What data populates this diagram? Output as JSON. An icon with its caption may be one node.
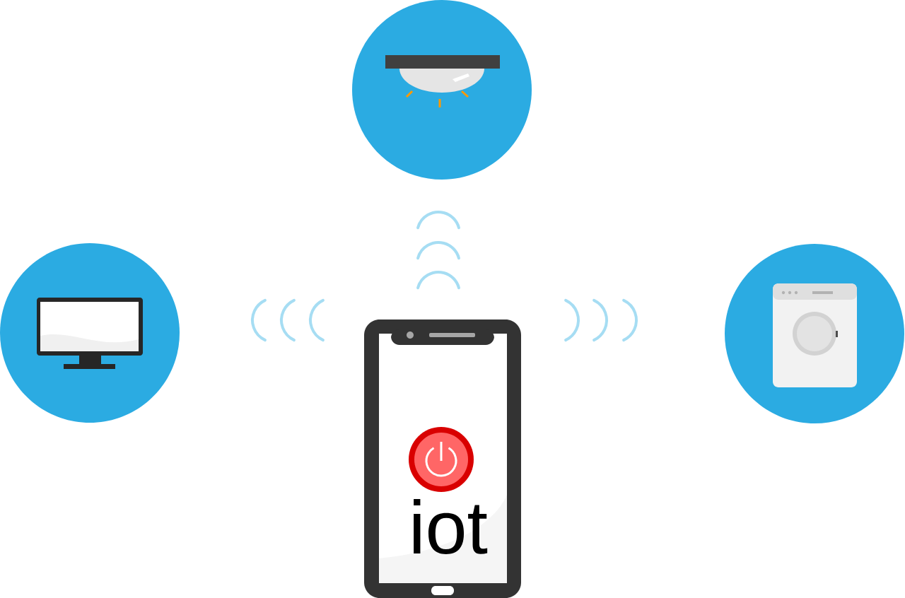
{
  "diagram": {
    "nodes": [
      {
        "text": [],
        "shape": "circle"
      },
      {
        "text": [],
        "shape": "circle"
      },
      {
        "text": [],
        "shape": "circle"
      },
      {
        "text": [
          "iot"
        ]
      }
    ]
  }
}
